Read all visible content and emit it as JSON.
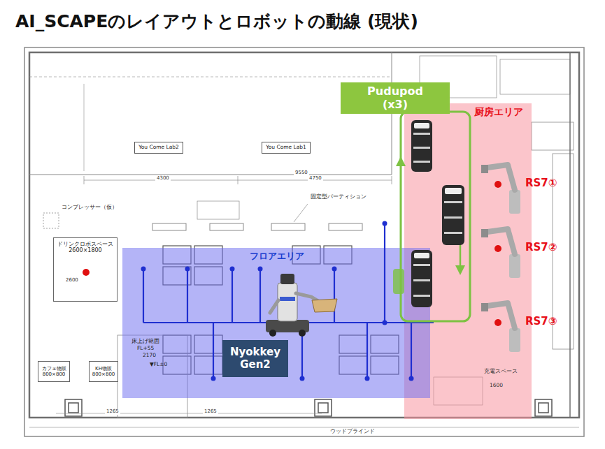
{
  "diagram": {
    "title": "AI_SCAPEのレイアウトとロボットの動線 (現状)",
    "nodes": [
      {
        "text": [
          "Pudupod (x3)"
        ]
      },
      {
        "text": [
          "厨房エリア"
        ]
      },
      {
        "text": [
          "フロアエリア"
        ]
      },
      {
        "text": [
          "Nyokkey Gen2"
        ],
        "in": 2
      },
      {
        "text": [
          "You Come Lab2"
        ]
      },
      {
        "text": [
          "You Come Lab1"
        ]
      },
      {
        "text": [
          "ドリンクロボスペース 2600×1800"
        ]
      },
      {
        "text": [
          "カフェ物販 800×800"
        ]
      },
      {
        "text": [
          "KH物販 800×800"
        ]
      }
    ],
    "labels": [
      "RS7①",
      "RS7②",
      "RS7③",
      "コンプレッサー（仮）",
      "4300",
      "9550",
      "4750",
      "固定型パーティション",
      "床上げ範囲",
      "FL+55",
      "2170",
      "▼FL±0",
      "1265",
      "1265",
      "1600",
      "ウッドブラインド",
      "充電スペース",
      "2600"
    ]
  }
}
